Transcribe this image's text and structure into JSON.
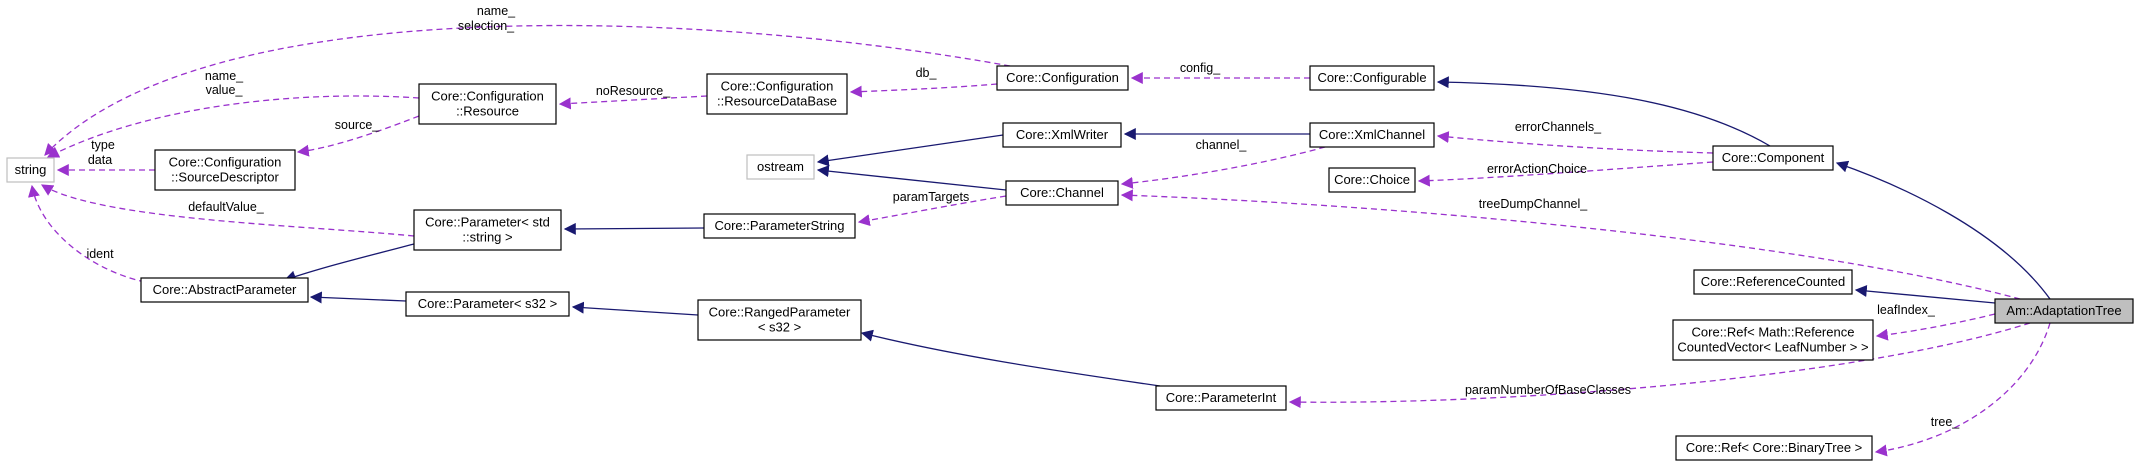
{
  "colors": {
    "inheritance": "#191970",
    "usage": "#9a32cd",
    "node_border": "#000000",
    "external_border": "#bfbfbf",
    "highlight_fill": "#bfbfbf",
    "background": "#ffffff"
  },
  "nodes": [
    {
      "id": "string",
      "lines": [
        "string"
      ],
      "kind": "external"
    },
    {
      "id": "core_configuration_sourcedescriptor",
      "lines": [
        "Core::Configuration",
        "::SourceDescriptor"
      ],
      "kind": "class"
    },
    {
      "id": "core_configuration_resource",
      "lines": [
        "Core::Configuration",
        "::Resource"
      ],
      "kind": "class"
    },
    {
      "id": "core_configuration_resourcedatabase",
      "lines": [
        "Core::Configuration",
        "::ResourceDataBase"
      ],
      "kind": "class"
    },
    {
      "id": "core_configuration",
      "lines": [
        "Core::Configuration"
      ],
      "kind": "class"
    },
    {
      "id": "core_configurable",
      "lines": [
        "Core::Configurable"
      ],
      "kind": "class"
    },
    {
      "id": "ostream",
      "lines": [
        "ostream"
      ],
      "kind": "external"
    },
    {
      "id": "core_xmlwriter",
      "lines": [
        "Core::XmlWriter"
      ],
      "kind": "class"
    },
    {
      "id": "core_xmlchannel",
      "lines": [
        "Core::XmlChannel"
      ],
      "kind": "class"
    },
    {
      "id": "core_choice",
      "lines": [
        "Core::Choice"
      ],
      "kind": "class"
    },
    {
      "id": "core_component",
      "lines": [
        "Core::Component"
      ],
      "kind": "class"
    },
    {
      "id": "core_channel",
      "lines": [
        "Core::Channel"
      ],
      "kind": "class"
    },
    {
      "id": "core_parameterstring",
      "lines": [
        "Core::ParameterString"
      ],
      "kind": "class"
    },
    {
      "id": "core_parameter_string",
      "lines": [
        "Core::Parameter< std",
        "::string >"
      ],
      "kind": "class"
    },
    {
      "id": "core_abstractparameter",
      "lines": [
        "Core::AbstractParameter"
      ],
      "kind": "class"
    },
    {
      "id": "core_parameter_s32",
      "lines": [
        "Core::Parameter< s32 >"
      ],
      "kind": "class"
    },
    {
      "id": "core_rangedparameter",
      "lines": [
        "Core::RangedParameter",
        "< s32 >"
      ],
      "kind": "class"
    },
    {
      "id": "core_parameterint",
      "lines": [
        "Core::ParameterInt"
      ],
      "kind": "class"
    },
    {
      "id": "core_referencecounted",
      "lines": [
        "Core::ReferenceCounted"
      ],
      "kind": "class"
    },
    {
      "id": "core_ref_leafnumber",
      "lines": [
        "Core::Ref< Math::Reference",
        "CountedVector< LeafNumber > >"
      ],
      "kind": "class"
    },
    {
      "id": "core_ref_binarytree",
      "lines": [
        "Core::Ref< Core::BinaryTree >"
      ],
      "kind": "class"
    },
    {
      "id": "am_adaptationtree",
      "lines": [
        "Am::AdaptationTree"
      ],
      "kind": "highlight"
    }
  ],
  "edges": [
    {
      "from": "core_configuration",
      "to": "string",
      "type": "usage",
      "labels": [
        "name_",
        "selection_"
      ]
    },
    {
      "from": "core_configuration_resource",
      "to": "string",
      "type": "usage",
      "labels": [
        "name_",
        "value_"
      ]
    },
    {
      "from": "core_configuration_sourcedescriptor",
      "to": "string",
      "type": "usage",
      "labels": [
        "type",
        "data"
      ]
    },
    {
      "from": "core_parameter_string",
      "to": "string",
      "type": "usage",
      "labels": [
        "defaultValue_"
      ]
    },
    {
      "from": "core_abstractparameter",
      "to": "string",
      "type": "usage",
      "labels": [
        "ident"
      ]
    },
    {
      "from": "core_configuration_resource",
      "to": "core_configuration_sourcedescriptor",
      "type": "usage",
      "labels": [
        "source_"
      ]
    },
    {
      "from": "core_configuration_resourcedatabase",
      "to": "core_configuration_resource",
      "type": "usage",
      "labels": [
        "noResource_"
      ]
    },
    {
      "from": "core_configuration",
      "to": "core_configuration_resourcedatabase",
      "type": "usage",
      "labels": [
        "db_"
      ]
    },
    {
      "from": "core_configurable",
      "to": "core_configuration",
      "type": "usage",
      "labels": [
        "config_"
      ]
    },
    {
      "from": "core_component",
      "to": "core_configurable",
      "type": "inheritance",
      "labels": []
    },
    {
      "from": "core_xmlchannel",
      "to": "core_xmlwriter",
      "type": "inheritance",
      "labels": []
    },
    {
      "from": "core_xmlwriter",
      "to": "ostream",
      "type": "inheritance",
      "labels": []
    },
    {
      "from": "core_channel",
      "to": "ostream",
      "type": "inheritance",
      "labels": []
    },
    {
      "from": "core_xmlchannel",
      "to": "core_channel",
      "type": "usage",
      "labels": [
        "channel_"
      ]
    },
    {
      "from": "core_component",
      "to": "core_xmlchannel",
      "type": "usage",
      "labels": [
        "errorChannels_"
      ]
    },
    {
      "from": "core_component",
      "to": "core_choice",
      "type": "usage",
      "labels": [
        "errorActionChoice"
      ]
    },
    {
      "from": "core_channel",
      "to": "core_parameterstring",
      "type": "usage",
      "labels": [
        "paramTargets"
      ]
    },
    {
      "from": "core_parameterstring",
      "to": "core_parameter_string",
      "type": "inheritance",
      "labels": []
    },
    {
      "from": "core_parameter_string",
      "to": "core_abstractparameter",
      "type": "inheritance",
      "labels": []
    },
    {
      "from": "core_parameter_s32",
      "to": "core_abstractparameter",
      "type": "inheritance",
      "labels": []
    },
    {
      "from": "core_rangedparameter",
      "to": "core_parameter_s32",
      "type": "inheritance",
      "labels": []
    },
    {
      "from": "core_parameterint",
      "to": "core_rangedparameter",
      "type": "inheritance",
      "labels": []
    },
    {
      "from": "am_adaptationtree",
      "to": "core_component",
      "type": "inheritance",
      "labels": []
    },
    {
      "from": "am_adaptationtree",
      "to": "core_referencecounted",
      "type": "inheritance",
      "labels": []
    },
    {
      "from": "am_adaptationtree",
      "to": "core_channel",
      "type": "usage",
      "labels": [
        "treeDumpChannel_"
      ]
    },
    {
      "from": "am_adaptationtree",
      "to": "core_ref_leafnumber",
      "type": "usage",
      "labels": [
        "leafIndex_"
      ]
    },
    {
      "from": "am_adaptationtree",
      "to": "core_parameterint",
      "type": "usage",
      "labels": [
        "paramNumberOfBaseClasses"
      ]
    },
    {
      "from": "am_adaptationtree",
      "to": "core_ref_binarytree",
      "type": "usage",
      "labels": [
        "tree_"
      ]
    }
  ]
}
